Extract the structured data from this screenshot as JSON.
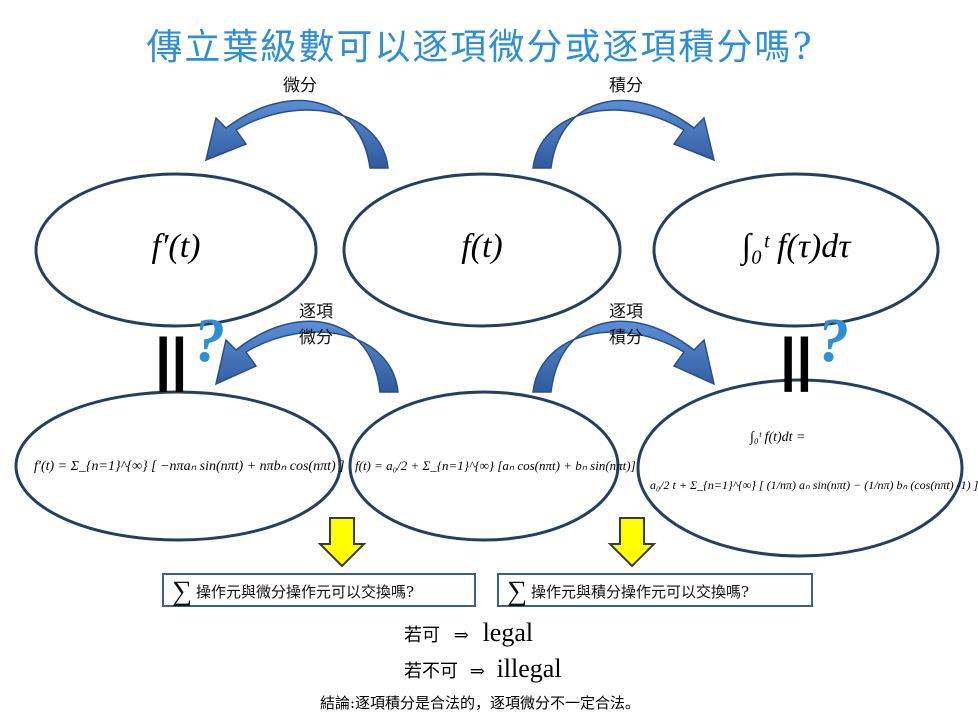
{
  "title": "傳立葉級數可以逐項微分或逐項積分嗎?",
  "arrows": {
    "differentiate": "微分",
    "integrate": "積分",
    "termwise_diff_line1": "逐項",
    "termwise_diff_line2": "微分",
    "termwise_int_line1": "逐項",
    "termwise_int_line2": "積分"
  },
  "top_row": {
    "derivative": "f′(t)",
    "function": "f(t)",
    "integral": "∫₀ᵗ f(τ)dτ"
  },
  "bottom_row": {
    "derivative_series": "f′(t) = Σ_{n=1}^{∞} [ −nπaₙ sin(nπt) + nπbₙ cos(nπt) ]",
    "fourier_series": "f(t) = a₀/2 + Σ_{n=1}^{∞} [aₙ cos(nπt) + bₙ sin(nπt)]",
    "integral_series_line1": "∫₀ᵗ f(t)dt =",
    "integral_series_line2": "a₀/2 t + Σ_{n=1}^{∞} [ (1/nπ) aₙ sin(nπt) − (1/nπ) bₙ (cos(nπt) -1) ]"
  },
  "equality_marks": {
    "left": "||",
    "right": "||",
    "question": "?"
  },
  "questions": {
    "sigma": "∑",
    "diff": "操作元與微分操作元可以交換嗎?",
    "int": "操作元與積分操作元可以交換嗎?"
  },
  "conditions": {
    "if_yes": "若可",
    "legal": "legal",
    "if_no": "若不可",
    "illegal": "illegal",
    "implies": "⇒"
  },
  "conclusion": "結論:逐項積分是合法的，逐項微分不一定合法。",
  "colors": {
    "title": "#2e8fd6",
    "arrow": "#3f6fb3",
    "ellipse_stroke": "#243f60",
    "down_arrow": "#ffff00"
  }
}
